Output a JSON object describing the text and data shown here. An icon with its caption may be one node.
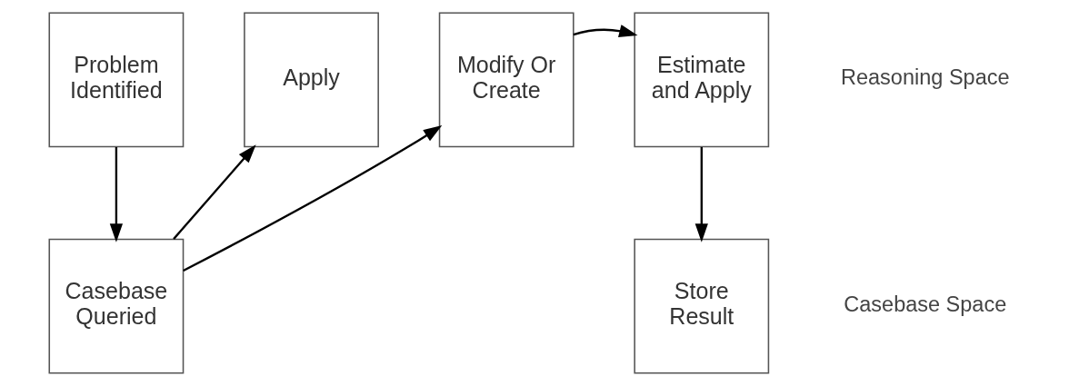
{
  "diagram": {
    "nodes": [
      {
        "text": [
          "Problem Identified"
        ]
      },
      {
        "text": [
          "Casebase Queried"
        ]
      },
      {
        "text": [
          "Apply"
        ]
      },
      {
        "text": [
          "Modify Or Create"
        ]
      },
      {
        "text": [
          "Estimate and Apply"
        ]
      },
      {
        "text": [
          "Store Result"
        ]
      }
    ],
    "edges": [
      {
        "from": 0,
        "to": 1,
        "arrow": "to"
      },
      {
        "from": 1,
        "to": 2,
        "arrow": "to"
      },
      {
        "from": 1,
        "to": 3,
        "arrow": "to"
      },
      {
        "from": 3,
        "to": 4,
        "arrow": "to"
      },
      {
        "from": 4,
        "to": 5,
        "arrow": "to"
      }
    ],
    "labels": [
      "Reasoning Space",
      "Casebase Space"
    ]
  }
}
